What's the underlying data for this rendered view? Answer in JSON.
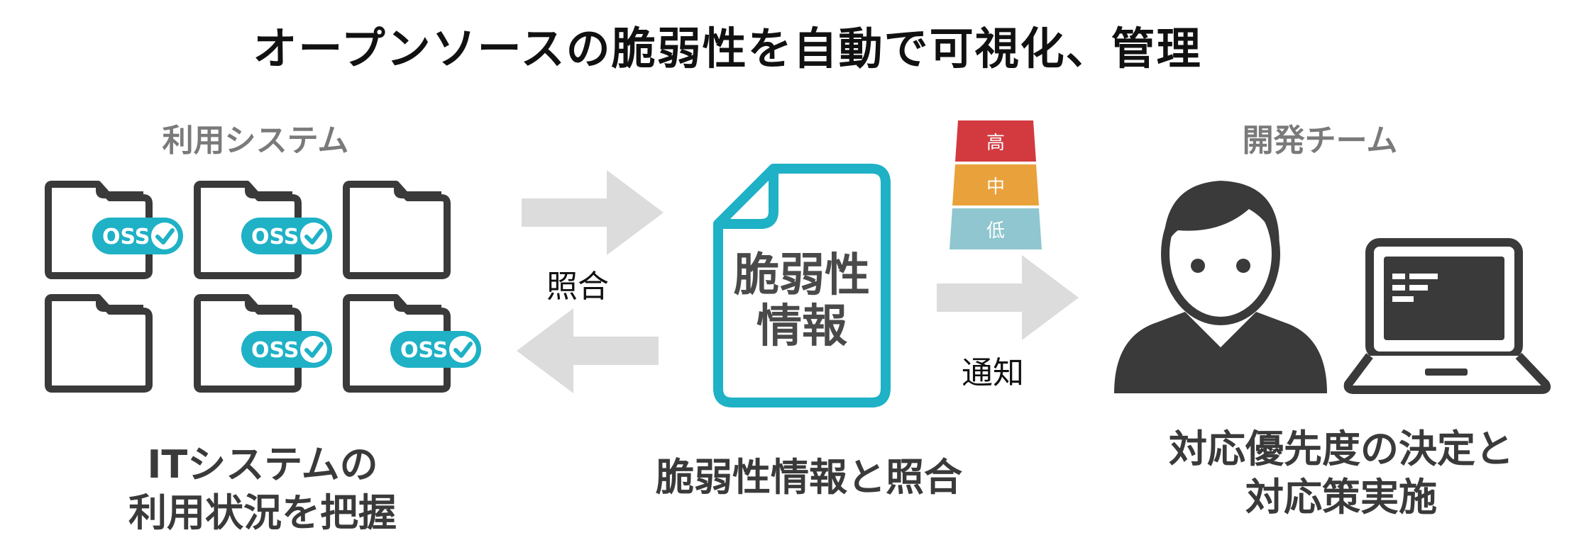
{
  "title": "オープンソースの脆弱性を自動で可視化、管理",
  "left": {
    "label": "利用システム",
    "badge": "OSS",
    "caption_line1": "ITシステムの",
    "caption_line2": "利用状況を把握"
  },
  "middle": {
    "arrow_label": "照合",
    "doc_line1": "脆弱性",
    "doc_line2": "情報",
    "caption": "脆弱性情報と照合"
  },
  "severity": {
    "high": "高",
    "mid": "中",
    "low": "低",
    "colors": {
      "high": "#d23a3f",
      "mid": "#e9a23b",
      "low": "#8fc6cf"
    }
  },
  "notify": {
    "arrow_label": "通知"
  },
  "right": {
    "label": "開発チーム",
    "caption_line1": "対応優先度の決定と",
    "caption_line2": "対応策実施"
  }
}
